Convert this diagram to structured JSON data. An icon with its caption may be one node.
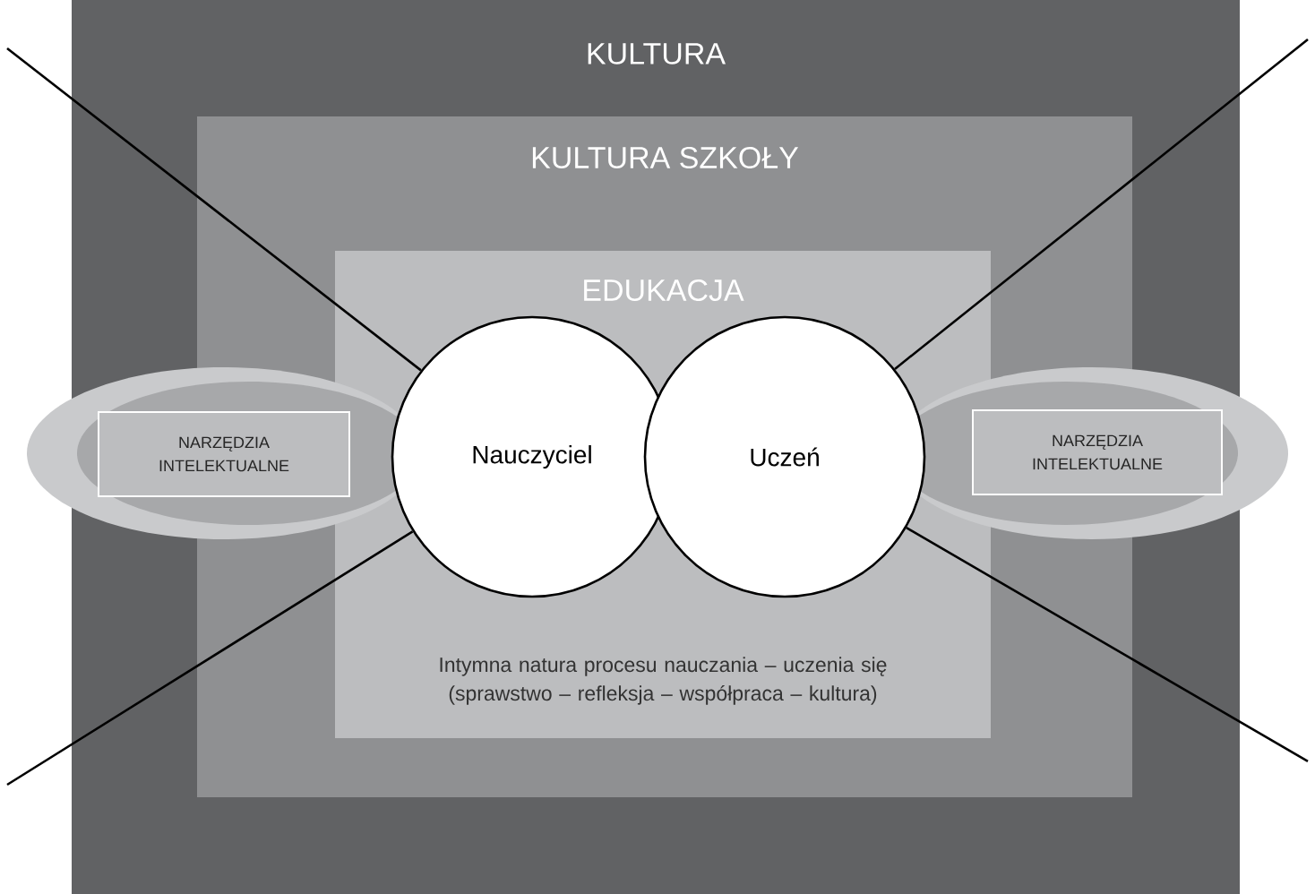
{
  "diagram": {
    "nodes": [
      {
        "text": [
          "KULTURA"
        ]
      },
      {
        "text": [
          "KULTURA SZKOŁY"
        ],
        "in": 0
      },
      {
        "text": [
          "EDUKACJA",
          "Intymna natura procesu nauczania – uczenia się (sprawstwo – refleksja – współpraca – kultura)"
        ],
        "in": 1
      },
      {
        "text": [
          "Nauczyciel"
        ],
        "in": 2
      },
      {
        "text": [
          "Uczeń"
        ],
        "in": 2
      },
      {
        "text": [
          "NARZĘDZIA INTELEKTUALNE"
        ],
        "in": 0
      },
      {
        "text": [
          "NARZĘDZIA INTELEKTUALNE"
        ],
        "in": 0
      }
    ],
    "edges": [
      {
        "from": null,
        "to": 3,
        "arrow": "none"
      },
      {
        "from": null,
        "to": 3,
        "arrow": "none"
      },
      {
        "from": null,
        "to": 4,
        "arrow": "none"
      },
      {
        "from": null,
        "to": 4,
        "arrow": "none"
      }
    ]
  }
}
